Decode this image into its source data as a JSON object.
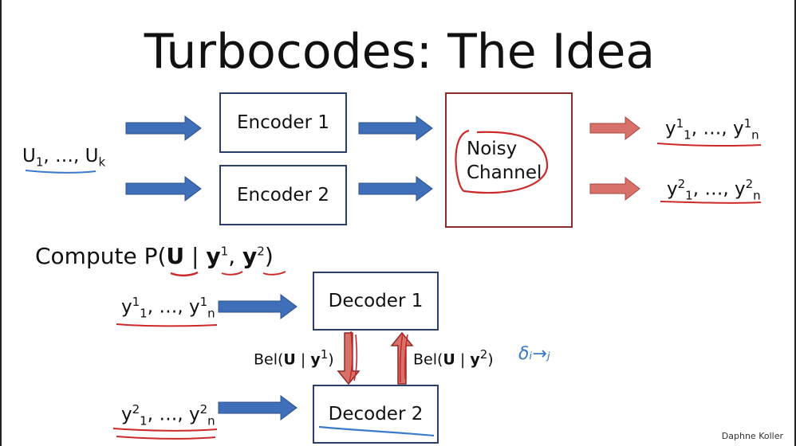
{
  "title": "Turbocodes: The Idea",
  "input_sequence": {
    "base": "U",
    "first_sub": "1",
    "ellipsis": ", …, ",
    "last_sub": "k"
  },
  "encoders": [
    "Encoder 1",
    "Encoder 2"
  ],
  "channel": {
    "line1": "Noisy",
    "line2": "Channel"
  },
  "outputs": [
    {
      "base": "y",
      "sup": "1",
      "first_sub": "1",
      "ellipsis": ", …, ",
      "last_sub": "n"
    },
    {
      "base": "y",
      "sup": "2",
      "first_sub": "1",
      "ellipsis": ", …, ",
      "last_sub": "n"
    }
  ],
  "compute": {
    "prefix": "Compute P(",
    "u": "U",
    "bar": " | ",
    "y": "y",
    "sup1": "1",
    "comma": ", ",
    "sup2": "2",
    "suffix": ")"
  },
  "decoders": [
    "Decoder 1",
    "Decoder 2"
  ],
  "messages": [
    {
      "prefix": "Bel(",
      "u": "U",
      "bar": " | ",
      "y": "y",
      "sup": "1",
      "suffix": ")"
    },
    {
      "prefix": "Bel(",
      "u": "U",
      "bar": " | ",
      "y": "y",
      "sup": "2",
      "suffix": ")"
    }
  ],
  "annotation": "δᵢ→ⱼ",
  "credit": "Daphne Koller",
  "colors": {
    "blue_arrow": "#3f6fb8",
    "red_arrow": "#d9716b",
    "red_ink": "#cc2a2a",
    "blue_ink": "#3a7ac8",
    "channel_border": "#8b2b2b",
    "box_border": "#2b3f6b"
  }
}
